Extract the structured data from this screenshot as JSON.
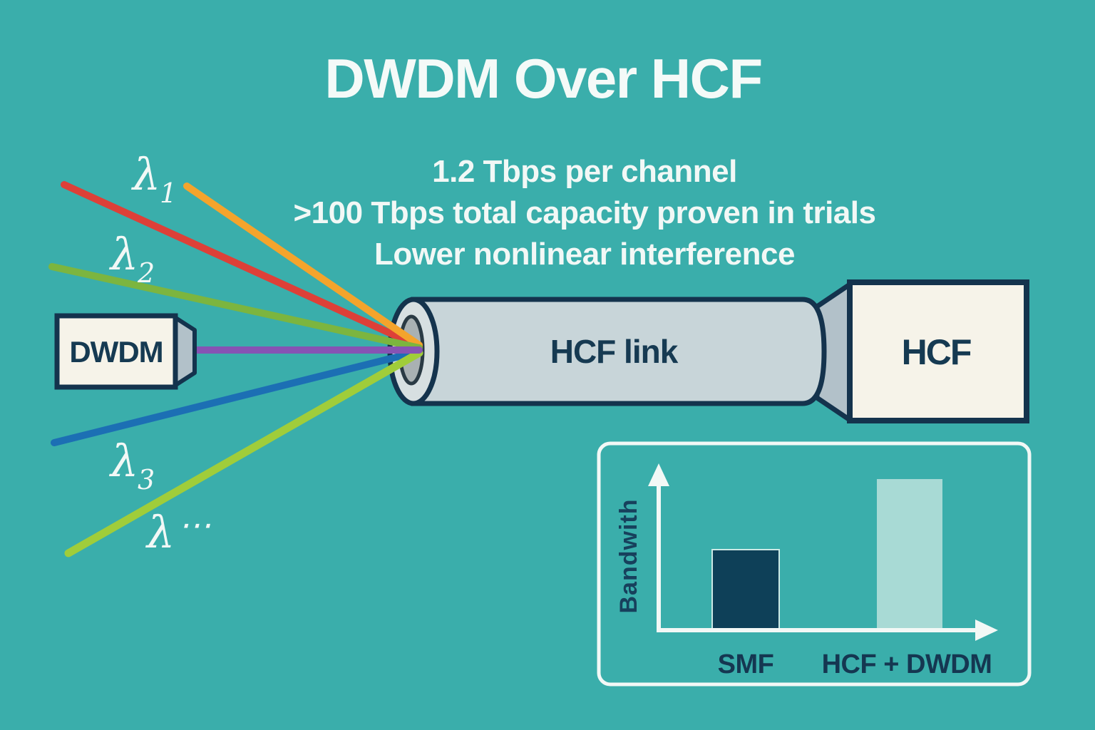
{
  "title": "DWDM Over HCF",
  "subtitle": {
    "line1": "1.2 Tbps per channel",
    "line2": ">100 Tbps total capacity proven in trials",
    "line3": "Lower nonlinear interference"
  },
  "colors": {
    "background": "#3aaeab",
    "navy": "#143752",
    "cream": "#f6f3e9",
    "white": "#f2f8f6",
    "cylinder_fill": "#c8d5d9",
    "endcap_fill": "#d7dfe1",
    "core_fill": "#a9b1b3",
    "connector_gray": "#b2c1c9"
  },
  "wavelengths": {
    "labels": [
      {
        "symbol": "λ",
        "sub": "1"
      },
      {
        "symbol": "λ",
        "sub": "2"
      },
      {
        "symbol": "λ",
        "sub": "3"
      },
      {
        "symbol": "λ",
        "sub": "⋯"
      }
    ],
    "lines": [
      {
        "name": "red",
        "color": "#dd4038"
      },
      {
        "name": "orange",
        "color": "#f4a42c"
      },
      {
        "name": "green",
        "color": "#7cb53f"
      },
      {
        "name": "purple",
        "color": "#8653b4"
      },
      {
        "name": "blue",
        "color": "#1c6fb4"
      },
      {
        "name": "lime",
        "color": "#a0cd3a"
      }
    ]
  },
  "dwdm_box": {
    "label": "DWDM"
  },
  "fiber": {
    "label": "HCF link"
  },
  "hcf_box": {
    "label": "HCF"
  },
  "chart_data": {
    "type": "bar",
    "title": "",
    "xlabel": "",
    "ylabel": "Bandwith",
    "categories": [
      "SMF",
      "HCF + DWDM"
    ],
    "relative_values": [
      0.5,
      0.95
    ],
    "bar_colors": [
      "#0e4058",
      "#a8dad5"
    ],
    "axis_color": "#f2f8f6",
    "gridlines": false,
    "legend": "none"
  }
}
